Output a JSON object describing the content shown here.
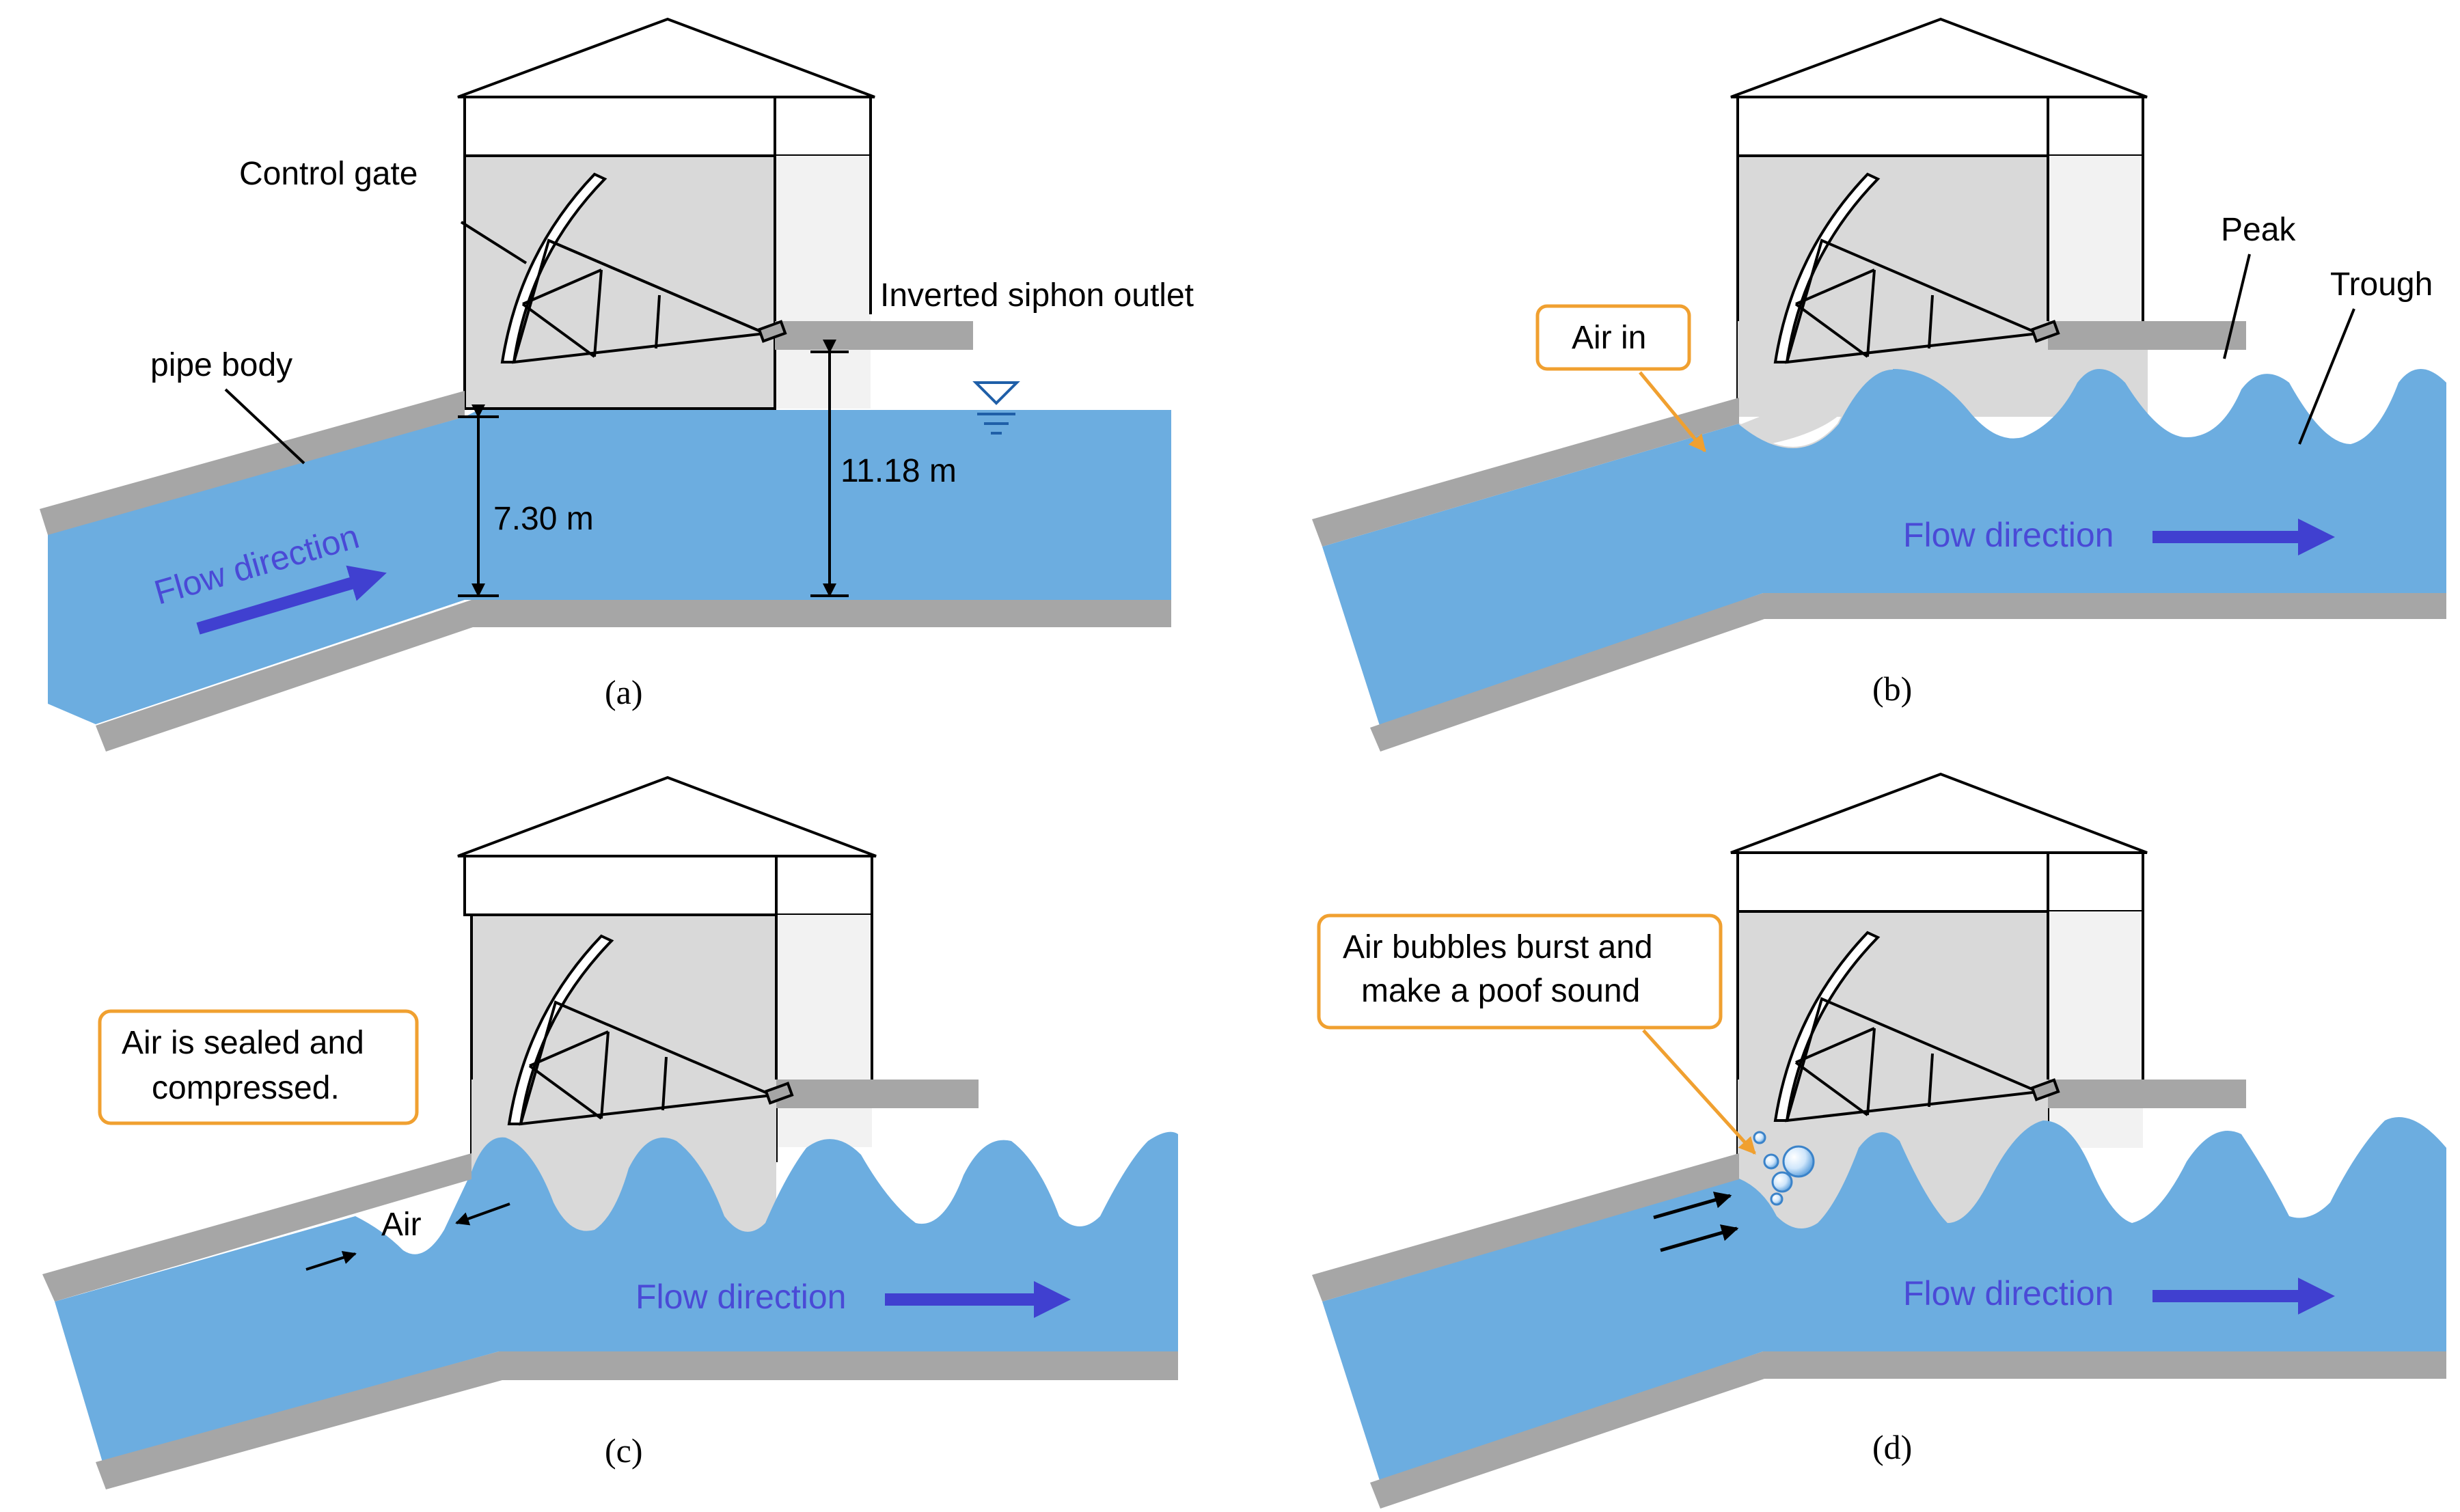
{
  "colors": {
    "water": "#6cade0",
    "pipe": "#a6a6a6",
    "room": "#d9d9d9",
    "room_side": "#f2f2f2",
    "air": "#d9d9d9",
    "flow_arrow": "#4040d0",
    "callout_border": "#f0a030",
    "leader": "#f0a030"
  },
  "icons": [
    "water-level-triangle-icon",
    "air-bubbles-icon",
    "flow-arrow-icon"
  ],
  "panel_a": {
    "caption": "(a)",
    "control_gate": "Control gate",
    "outlet": "Inverted siphon outlet",
    "pipe_body": "pipe body",
    "flow": "Flow direction",
    "depth_left": "7.30 m",
    "depth_right": "11.18 m"
  },
  "panel_b": {
    "caption": "(b)",
    "air_in": "Air in",
    "peak": "Peak",
    "trough": "Trough",
    "flow": "Flow direction"
  },
  "panel_c": {
    "caption": "(c)",
    "callout_line1": "Air is sealed and",
    "callout_line2": "compressed.",
    "air": "Air",
    "flow": "Flow direction"
  },
  "panel_d": {
    "caption": "(d)",
    "callout_line1": "Air bubbles burst and",
    "callout_line2": "make a poof sound",
    "flow": "Flow direction"
  }
}
